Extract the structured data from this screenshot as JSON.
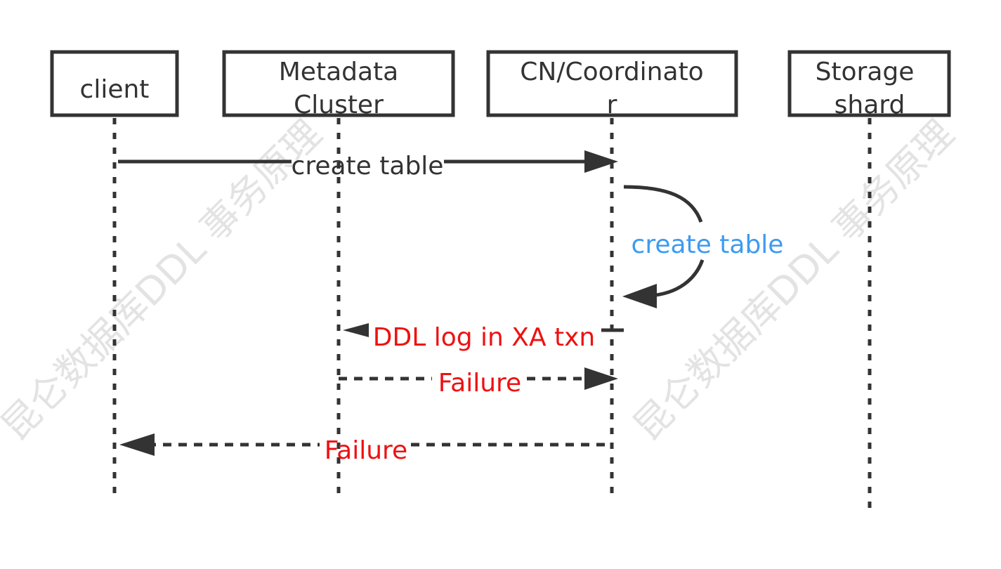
{
  "participants": [
    {
      "id": "client",
      "lines": [
        "client"
      ]
    },
    {
      "id": "metadata",
      "lines": [
        "Metadata",
        "Cluster"
      ]
    },
    {
      "id": "cn",
      "lines": [
        "CN/Coordinato",
        "r"
      ]
    },
    {
      "id": "storage",
      "lines": [
        "Storage",
        "shard"
      ]
    }
  ],
  "messages": [
    {
      "id": "create-table-request",
      "label": "create table",
      "color": "#333333",
      "style": "solid"
    },
    {
      "id": "create-table-self",
      "label": "create table",
      "color": "#3d9bf2",
      "style": "solid"
    },
    {
      "id": "ddl-log",
      "label": "DDL log in XA txn",
      "color": "#ee1111",
      "style": "solid"
    },
    {
      "id": "failure-metadata",
      "label": "Failure",
      "color": "#ee1111",
      "style": "dashed"
    },
    {
      "id": "failure-client",
      "label": "Failure",
      "color": "#ee1111",
      "style": "dashed"
    }
  ],
  "watermark": "昆仑数据库DDL 事务原理",
  "colors": {
    "line": "#333333",
    "self_message": "#3d9bf2",
    "failure": "#ee1111",
    "watermark": "#e3e3e3"
  }
}
